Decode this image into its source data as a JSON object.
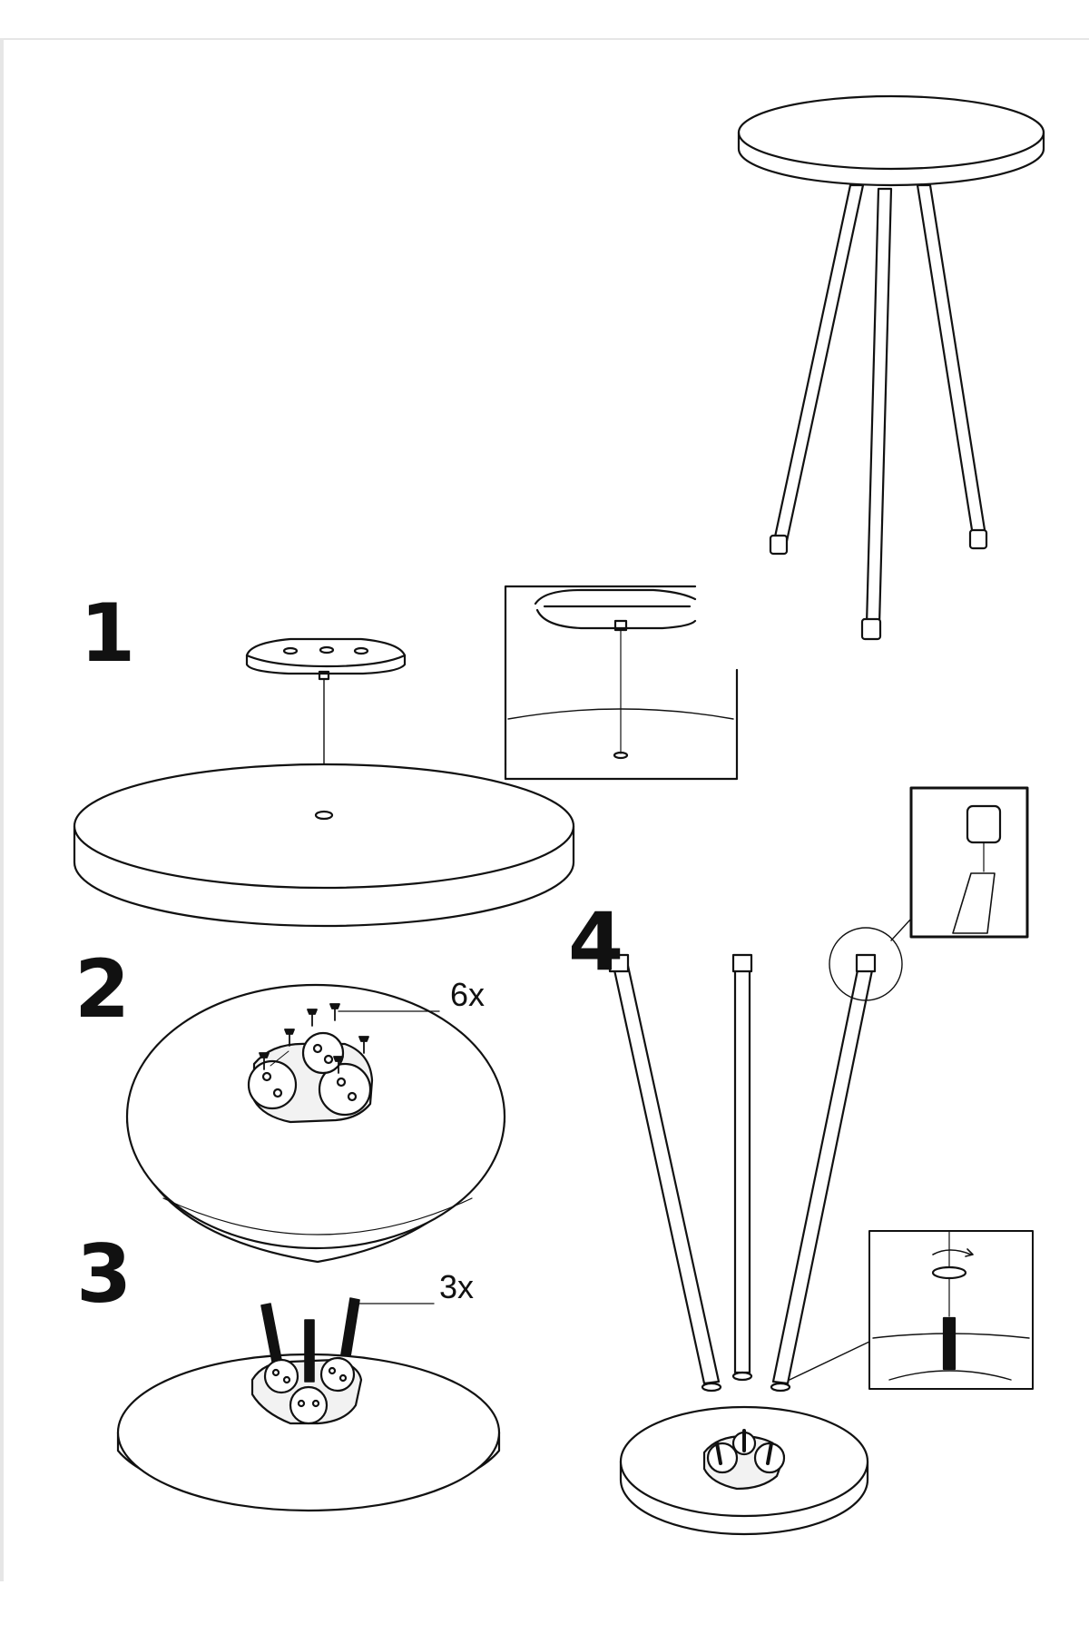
{
  "steps": [
    {
      "number": "1"
    },
    {
      "number": "2",
      "quantity": "6x"
    },
    {
      "number": "3",
      "quantity": "3x"
    },
    {
      "number": "4"
    }
  ],
  "colors": {
    "line": "#111111",
    "paper": "#ffffff",
    "part_fill": "#f2f2f2"
  },
  "icons": [
    "round-table-assembled",
    "mounting-plate",
    "screw",
    "threaded-rod",
    "table-leg",
    "leg-foot-cap",
    "rotation-arrow",
    "magnifier-callout"
  ]
}
